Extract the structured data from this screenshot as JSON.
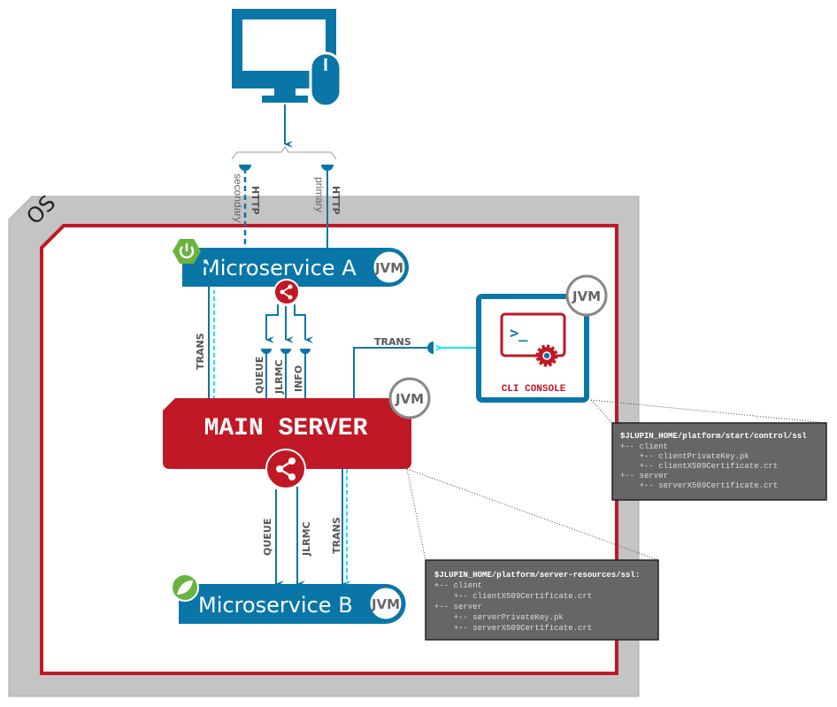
{
  "os_label": "OS",
  "http_secondary": {
    "protocol": "HTTP",
    "role": "secondary"
  },
  "http_primary": {
    "protocol": "HTTP",
    "role": "primary"
  },
  "microservice_a": {
    "name": "Microservice A",
    "runtime": "JVM"
  },
  "microservice_b": {
    "name": "Microservice B",
    "runtime": "JVM"
  },
  "main_server": {
    "name": "MAIN SERVER",
    "runtime": "JVM"
  },
  "cli_console": {
    "name": "CLI CONSOLE",
    "runtime": "JVM",
    "prompt": ">_"
  },
  "links_a": {
    "trans": "TRANS",
    "queue": "QUEUE",
    "jlrmc": "JLRMC",
    "info": "INFO",
    "cli_trans": "TRANS"
  },
  "links_b": {
    "queue": "QUEUE",
    "jlrmc": "JLRMC",
    "trans": "TRANS"
  },
  "cli_ssl_box": {
    "title": "$JLUPIN_HOME/platform/start/control/ssl",
    "lines": [
      "+-- client",
      "    +-- clientPrivateKey.pk",
      "    +-- clientX509Certificate.crt",
      "+-- server",
      "    +-- serverX509Certificate.crt"
    ]
  },
  "server_ssl_box": {
    "title": "$JLUPIN_HOME/platform/server-resources/ssl:",
    "lines": [
      "+-- client",
      "    +-- clientX509Certificate.crt",
      "+-- server",
      "    +-- serverPrivateKey.pk",
      "    +-- serverX509Certificate.crt"
    ]
  },
  "colors": {
    "blue": "#0a76a8",
    "red": "#c01824",
    "gray": "#c4c4c4",
    "cyan": "#19e6f0",
    "green": "#6ab33f"
  }
}
